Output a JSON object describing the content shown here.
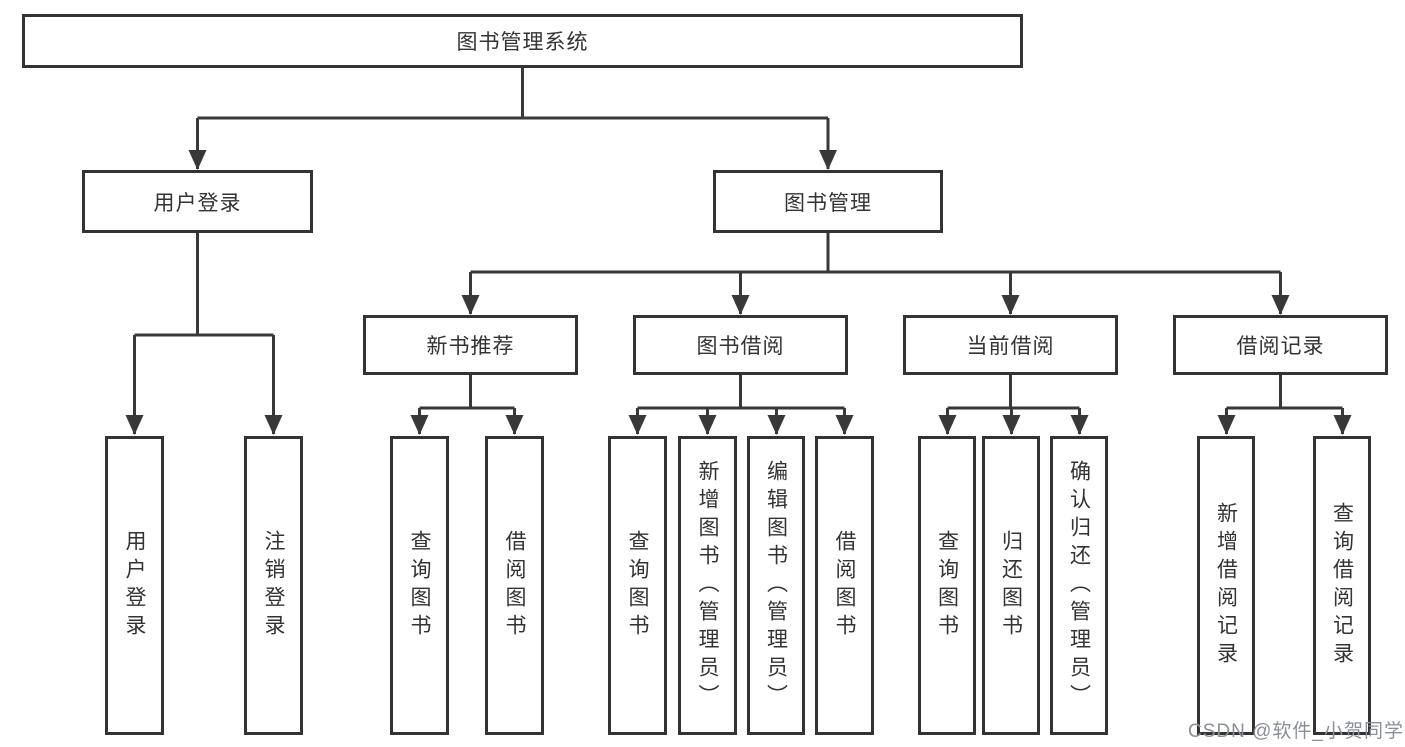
{
  "diagram": {
    "root": {
      "label": "图书管理系统"
    },
    "level2": [
      {
        "label": "用户登录"
      },
      {
        "label": "图书管理"
      }
    ],
    "level3": [
      {
        "label": "新书推荐"
      },
      {
        "label": "图书借阅"
      },
      {
        "label": "当前借阅"
      },
      {
        "label": "借阅记录"
      }
    ],
    "leaves": {
      "user_login": [
        "用户登录",
        "注销登录"
      ],
      "new_book_recommendation": [
        "查询图书",
        "借阅图书"
      ],
      "book_borrowing": [
        "查询图书",
        "新增图书（管理员）",
        "编辑图书（管理员）",
        "借阅图书"
      ],
      "current_borrowing": [
        "查询图书",
        "归还图书",
        "确认归还（管理员）"
      ],
      "borrowing_records": [
        "新增借阅记录",
        "查询借阅记录"
      ]
    }
  },
  "watermark": {
    "text": "CSDN @软件_小贺同学"
  },
  "colors": {
    "line": "#383838",
    "box_border": "#333333",
    "text": "#333333",
    "watermark": "#8a8f99",
    "background": "#ffffff"
  }
}
